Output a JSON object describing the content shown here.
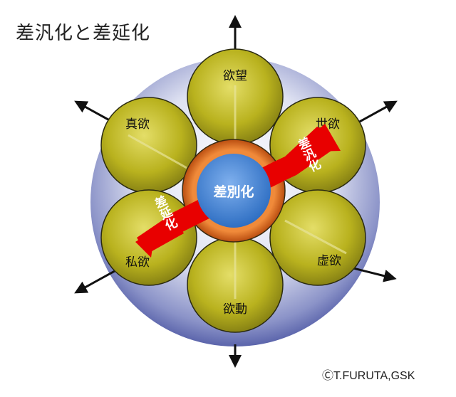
{
  "title": "差汎化と差延化",
  "copyright": "ⒸT.FURUTA,GSK",
  "center": {
    "label": "差別化"
  },
  "arrows": {
    "upper": {
      "label": "差汎化"
    },
    "lower": {
      "label": "差延化"
    }
  },
  "circles": {
    "top": "欲望",
    "upper_left": "真欲",
    "upper_right": "世欲",
    "lower_left": "私欲",
    "lower_right": "虚欲",
    "bottom": "欲動"
  },
  "colors": {
    "ball_outer": "#5a64b0",
    "ball_inner": "#f2f4fb",
    "circle_fill": "#b9b21e",
    "circle_highlight": "#e6e06a",
    "core_ring": "#d9691e",
    "core_fill": "#4a8bd6",
    "arrow_red": "#e80000"
  }
}
